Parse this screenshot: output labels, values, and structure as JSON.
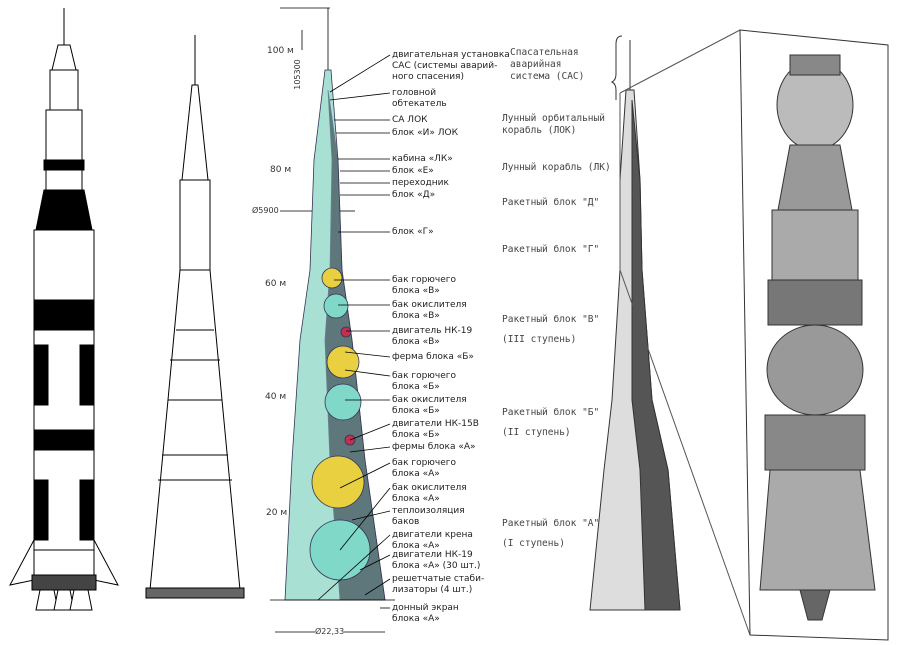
{
  "cutaway": {
    "height_marks": [
      "100 м",
      "80 м",
      "60 м",
      "40 м",
      "20 м"
    ],
    "total_height": "105300",
    "upper_diameter": "Ø5900",
    "base_diameter": "Ø22,33",
    "labels": [
      [
        "двигательная установка",
        "САС (системы аварий-",
        "ного спасения)"
      ],
      [
        "головной",
        "обтекатель"
      ],
      [
        "СА ЛОК"
      ],
      [
        "блок «И» ЛОК"
      ],
      [
        "кабина «ЛК»"
      ],
      [
        "блок «Е»"
      ],
      [
        "переходник"
      ],
      [
        "блок «Д»"
      ],
      [
        "блок «Г»"
      ],
      [
        "бак горючего",
        "блока «В»"
      ],
      [
        "бак окислителя",
        "блока «В»"
      ],
      [
        "двигатель НК-19",
        "блока «В»"
      ],
      [
        "ферма блока «Б»"
      ],
      [
        "бак горючего",
        "блока «Б»"
      ],
      [
        "бак окислителя",
        "блока «Б»"
      ],
      [
        "двигатели НК-15В",
        "блока «Б»"
      ],
      [
        "фермы блока «А»"
      ],
      [
        "бак горючего",
        "блока «А»"
      ],
      [
        "бак окислителя",
        "блока «А»"
      ],
      [
        "теплоизоляция",
        "баков"
      ],
      [
        "двигатели крена",
        "блока «А»"
      ],
      [
        "двигатели НК-19",
        "блока «А» (30 шт.)"
      ],
      [
        "решетчатые стаби-",
        "лизаторы (4 шт.)"
      ],
      [
        "донный экран",
        "блока «А»"
      ]
    ]
  },
  "handdrawn": {
    "labels": [
      [
        "Спасательная",
        "аварийная",
        "система (САС)"
      ],
      [
        "Лунный орбитальный",
        "корабль (ЛОК)"
      ],
      [
        "Лунный корабль (ЛК)"
      ],
      [
        "Ракетный блок \"Д\""
      ],
      [
        "Ракетный блок \"Г\""
      ],
      [
        "Ракетный блок \"В\"",
        "(III ступень)"
      ],
      [
        "Ракетный блок \"Б\"",
        "(II ступень)"
      ],
      [
        "Ракетный блок \"А\"",
        "(I ступень)"
      ]
    ]
  },
  "colors": {
    "hull": "#a8e0d4",
    "fuel_tank": "#e8d040",
    "oxidizer_tank": "#7fd8c8",
    "engine": "#c03050"
  }
}
